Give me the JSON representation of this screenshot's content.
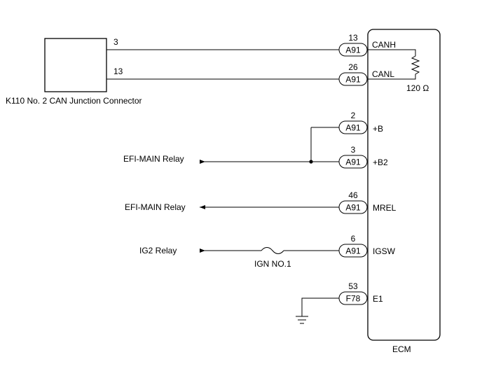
{
  "junction": {
    "label": "K110  No. 2 CAN Junction Connector",
    "pin_canh": "3",
    "pin_canl": "13"
  },
  "ecm": {
    "label": "ECM",
    "resistor_label": "120 Ω"
  },
  "pins": [
    {
      "num": "13",
      "connector": "A91",
      "signal": "CANH"
    },
    {
      "num": "26",
      "connector": "A91",
      "signal": "CANL"
    },
    {
      "num": "2",
      "connector": "A91",
      "signal": "+B"
    },
    {
      "num": "3",
      "connector": "A91",
      "signal": "+B2"
    },
    {
      "num": "46",
      "connector": "A91",
      "signal": "MREL"
    },
    {
      "num": "6",
      "connector": "A91",
      "signal": "IGSW"
    },
    {
      "num": "53",
      "connector": "F78",
      "signal": "E1"
    }
  ],
  "external": {
    "efi_main_in": "EFI-MAIN Relay",
    "efi_main_out": "EFI-MAIN Relay",
    "ig2": "IG2 Relay",
    "fuse": "IGN NO.1"
  }
}
